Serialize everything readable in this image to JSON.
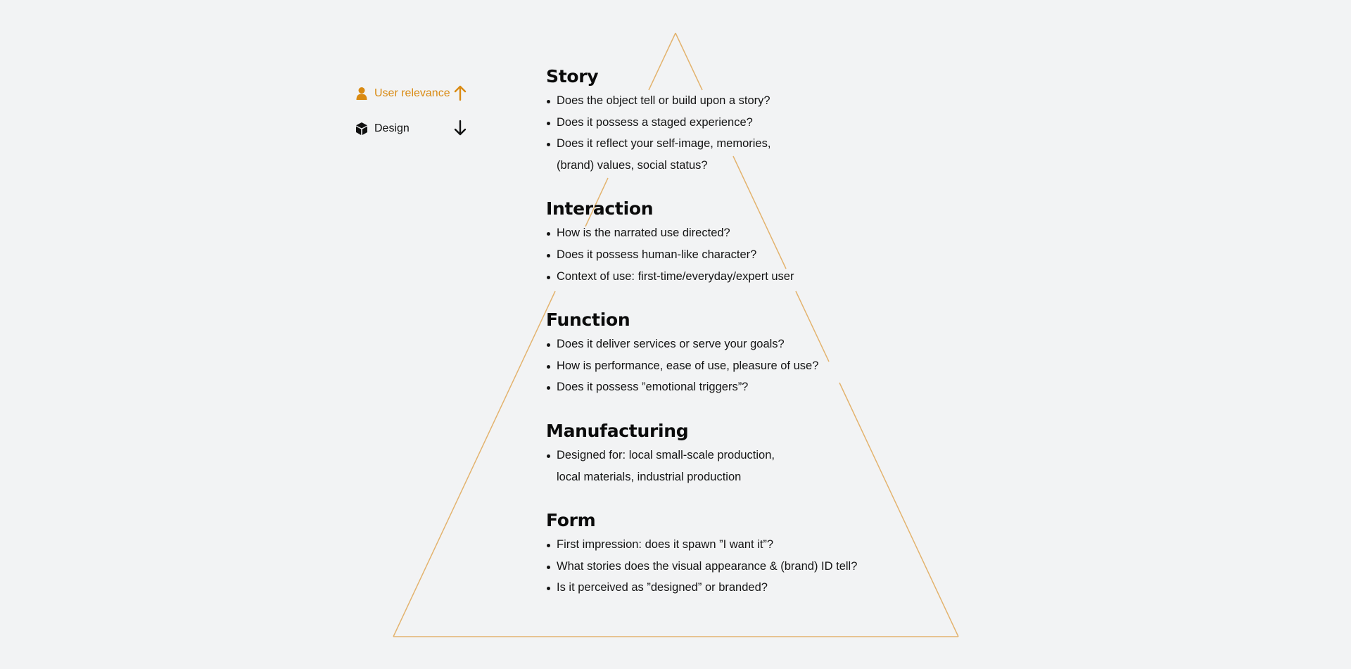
{
  "legend": {
    "user_relevance_label": "User relevance",
    "user_relevance_direction": "up",
    "design_label": "Design",
    "design_direction": "down",
    "user_relevance_icon": "person-icon",
    "design_icon": "cube-icon"
  },
  "colors": {
    "accent": "#d98a12",
    "pyramid_stroke": "#e3b36e",
    "background": "#f2f3f4",
    "text": "#111111"
  },
  "sections": [
    {
      "title": "Story",
      "bullets": [
        [
          "Does the object tell or build upon a story?"
        ],
        [
          "Does it possess a staged experience?"
        ],
        [
          "Does it reflect your self-image, memories,",
          "(brand) values, social status?"
        ]
      ]
    },
    {
      "title": "Interaction",
      "bullets": [
        [
          "How is the narrated use directed?"
        ],
        [
          "Does it possess human-like character?"
        ],
        [
          "Context of use: first-time/everyday/expert user"
        ]
      ]
    },
    {
      "title": "Function",
      "bullets": [
        [
          "Does it deliver services or serve your goals?"
        ],
        [
          "How is performance, ease of use, pleasure of use?"
        ],
        [
          "Does it possess ”emotional triggers”?"
        ]
      ]
    },
    {
      "title": "Manufacturing",
      "bullets": [
        [
          "Designed for: local small-scale production,",
          "local materials, industrial production"
        ]
      ]
    },
    {
      "title": "Form",
      "bullets": [
        [
          "First impression: does it spawn ”I want it”?"
        ],
        [
          "What stories does the visual appearance & (brand) ID tell?"
        ],
        [
          "Is it perceived as ”designed” or branded?"
        ]
      ]
    }
  ]
}
